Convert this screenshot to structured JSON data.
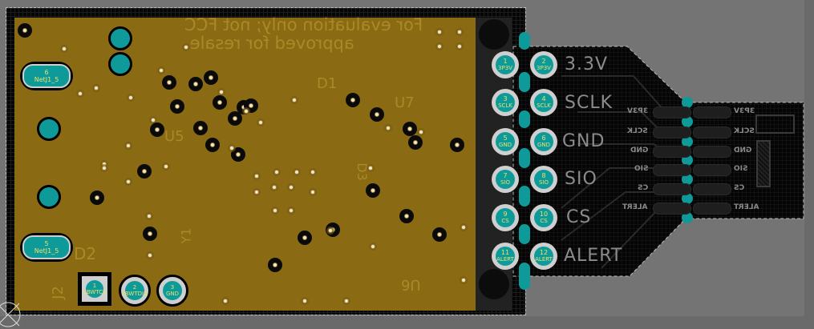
{
  "view": "pcb-layout",
  "colors": {
    "background": "#6a6a6a",
    "board": "#050505",
    "copper_pour": "#8a6a12",
    "pad": "#0f9a9a",
    "pad_ring": "#cfcfcf",
    "pad_text": "#e8e070",
    "silkscreen": "#8c8c8c"
  },
  "board_text": "For evaluation only; not FCC approved for resale.",
  "designators": [
    "U7",
    "U5",
    "U6",
    "D1",
    "D2",
    "D3",
    "J2",
    "Y1"
  ],
  "connector": {
    "pins": [
      {
        "num": "1",
        "net": "3P3V"
      },
      {
        "num": "2",
        "net": "3P3V"
      },
      {
        "num": "3",
        "net": "SCLK"
      },
      {
        "num": "4",
        "net": "SCLK"
      },
      {
        "num": "5",
        "net": "GND"
      },
      {
        "num": "6",
        "net": "GND"
      },
      {
        "num": "7",
        "net": "SIO"
      },
      {
        "num": "8",
        "net": "SIO"
      },
      {
        "num": "9",
        "net": "CS"
      },
      {
        "num": "10",
        "net": "CS"
      },
      {
        "num": "11",
        "net": "ALERT"
      },
      {
        "num": "12",
        "net": "ALERT"
      }
    ],
    "labels": [
      "3.3V",
      "SCLK",
      "GND",
      "SIO",
      "CS",
      "ALERT"
    ]
  },
  "header": {
    "labels": [
      "3P3V",
      "SCLK",
      "GND",
      "SIO",
      "CS",
      "ALERT"
    ]
  },
  "programming": {
    "pins": [
      {
        "num": "1",
        "net": "SBWTCK"
      },
      {
        "num": "2",
        "net": "SBWTDIO"
      },
      {
        "num": "3",
        "net": "GND"
      }
    ]
  },
  "slots": [
    {
      "num": "6",
      "net": "NetJ1_5"
    },
    {
      "num": "5",
      "net": "NetJ1_5"
    }
  ]
}
